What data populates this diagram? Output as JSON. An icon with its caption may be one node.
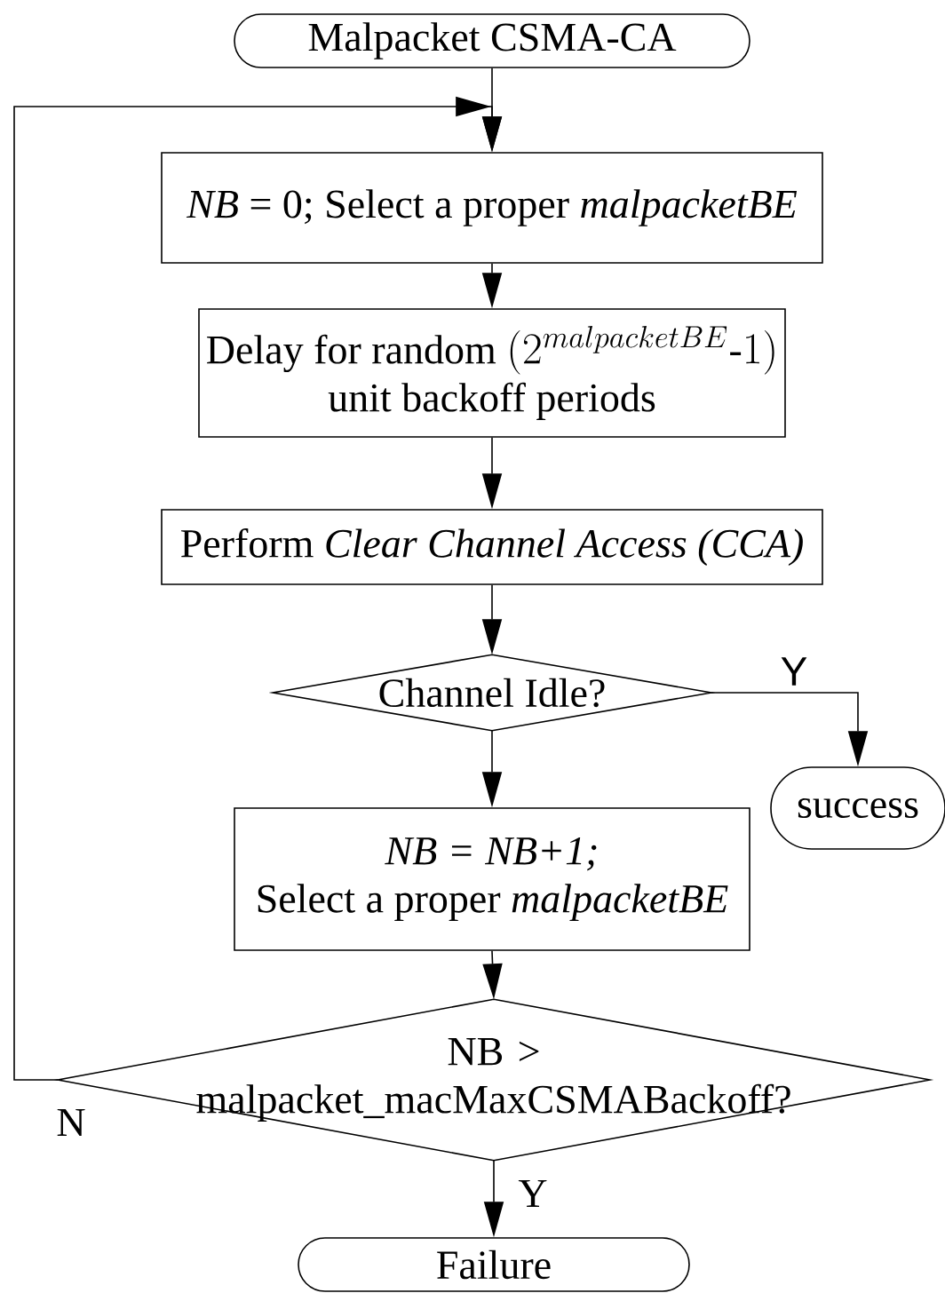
{
  "diagram": {
    "nodes": [
      {
        "text": [
          "Malpacket CSMA-CA"
        ]
      },
      {
        "text": [
          "*NB* = 0; Select a proper *malpacketBE*"
        ]
      },
      {
        "text": [
          "Delay for random",
          "(2^{malpacketBE}\\text{-}1)",
          "unit backoff periods"
        ]
      },
      {
        "text": [
          "Perform *Clear Channel Access (CCA)*"
        ]
      },
      {
        "text": [
          "Channel Idle?"
        ]
      },
      {
        "text": [
          "success"
        ]
      },
      {
        "text": [
          "NB = NB+1;",
          "Select a proper *malpacketBE*"
        ]
      },
      {
        "text": [
          "NB > malpacket_macMaxCSMABackoff?"
        ]
      },
      {
        "text": [
          "Failure"
        ]
      }
    ],
    "edges": [
      {
        "from": 0,
        "to": 1,
        "arrow": "to"
      },
      {
        "from": 1,
        "to": 2,
        "arrow": "to"
      },
      {
        "from": 2,
        "to": 3,
        "arrow": "to"
      },
      {
        "from": 3,
        "to": 4,
        "arrow": "to"
      },
      {
        "from": 4,
        "to": 5,
        "arrow": "to",
        "label": "Y"
      },
      {
        "from": 4,
        "to": 6,
        "arrow": "to"
      },
      {
        "from": 6,
        "to": 7,
        "arrow": "to"
      },
      {
        "from": 7,
        "to": 8,
        "arrow": "to",
        "label": "Y"
      },
      {
        "from": 7,
        "to": 1,
        "arrow": "to",
        "label": "N"
      }
    ]
  }
}
